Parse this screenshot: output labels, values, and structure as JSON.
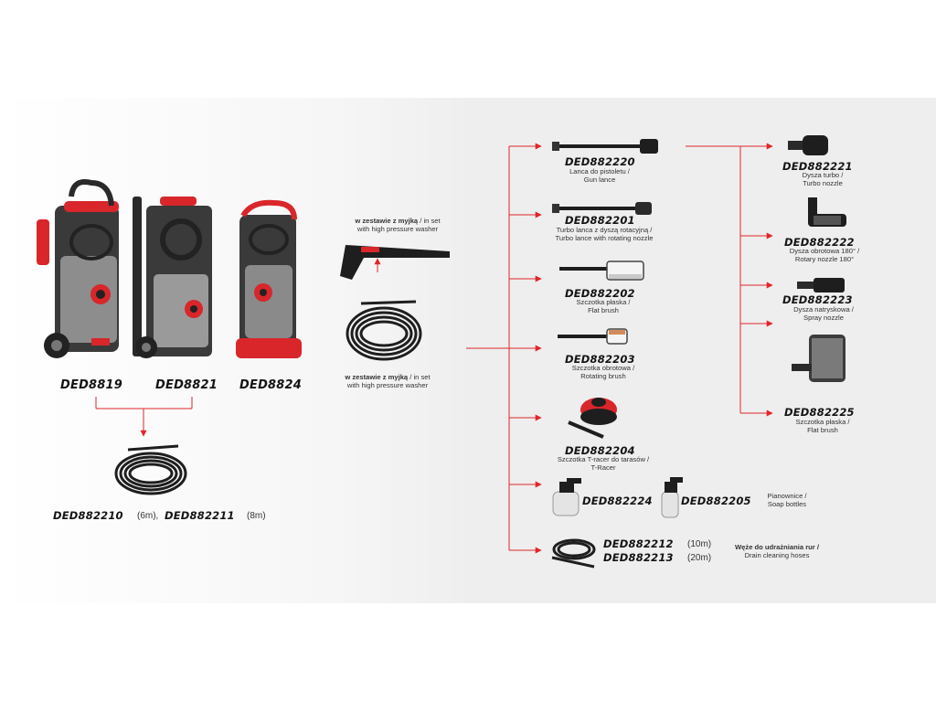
{
  "colors": {
    "accent": "#e0252b",
    "dark": "#1e1e1e",
    "panel": "#eeeeee"
  },
  "washers": {
    "models": [
      {
        "code": "DED8819"
      },
      {
        "code": "DED8821"
      },
      {
        "code": "DED8824"
      }
    ],
    "hose_codes": [
      "DED882210",
      "DED882211"
    ],
    "hose_lengths": [
      "(6m),",
      "(8m)"
    ]
  },
  "in_set": {
    "gun_label_bold": "w zestawie z myjką",
    "gun_label_rest": " / in set",
    "gun_label_line2": "with high pressure washer",
    "hose_label_bold": "w zestawie z myjką",
    "hose_label_rest": " / in set",
    "hose_label_line2": "with high pressure washer"
  },
  "accessories": [
    {
      "code": "DED882220",
      "pl": "Lanca do pistoletu /",
      "en": "Gun lance"
    },
    {
      "code": "DED882201",
      "pl": "Turbo lanca z dyszą rotacyjną /",
      "en": "Turbo lance with rotating nozzle"
    },
    {
      "code": "DED882202",
      "pl": "Szczotka płaska /",
      "en": "Flat brush"
    },
    {
      "code": "DED882203",
      "pl": "Szczotka obrotowa /",
      "en": "Rotating brush"
    },
    {
      "code": "DED882204",
      "pl": "Szczotka T-racer do tarasów /",
      "en": "T-Racer"
    }
  ],
  "soap": {
    "code1": "DED882224",
    "code2": "DED882205",
    "pl": "Pianownice /",
    "en": "Soap bottles"
  },
  "drain": {
    "code1": "DED882212",
    "len1": "(10m)",
    "code2": "DED882213",
    "len2": "(20m)",
    "pl": "Węże do udrażniania rur /",
    "en": "Drain cleaning hoses"
  },
  "nozzles": [
    {
      "code": "DED882221",
      "pl": "Dysza turbo /",
      "en": "Turbo nozzle"
    },
    {
      "code": "DED882222",
      "pl": "Dysza obrotowa 180° /",
      "en": "Rotary nozzle 180°"
    },
    {
      "code": "DED882223",
      "pl": "Dysza natryskowa /",
      "en": "Spray nozzle"
    },
    {
      "code": "DED882225",
      "pl": "Szczotka płaska /",
      "en": "Flat brush"
    }
  ]
}
